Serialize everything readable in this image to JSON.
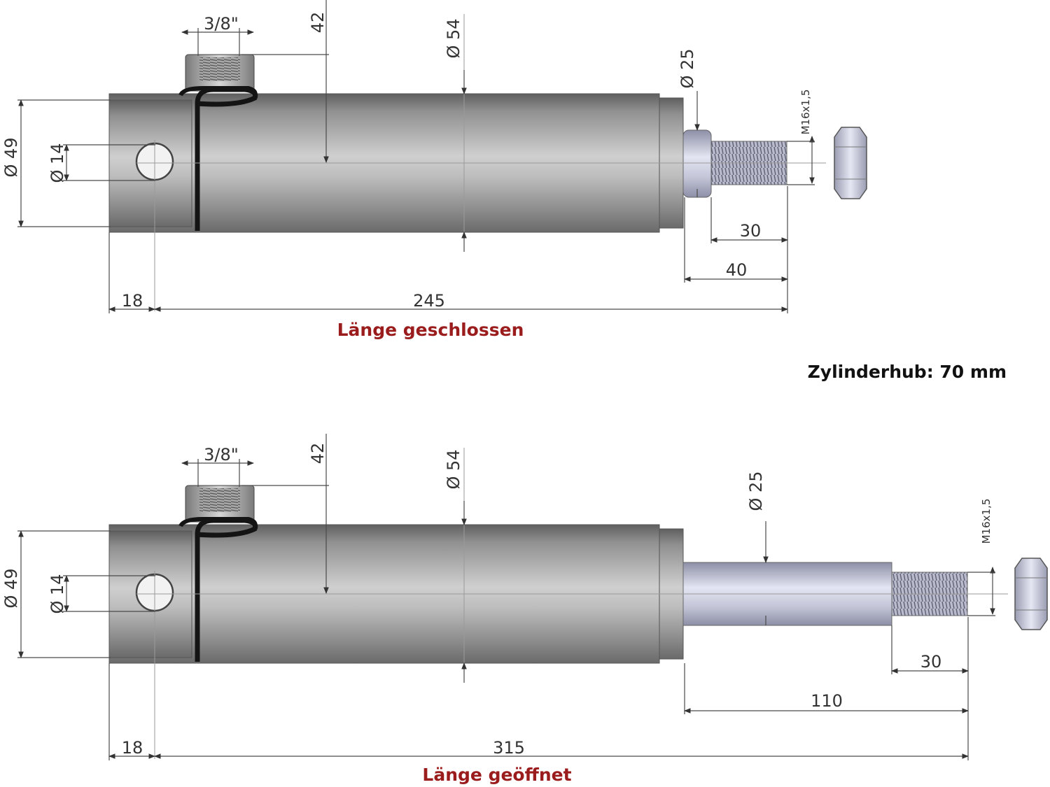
{
  "colors": {
    "caption": "#9b1c1c",
    "body_dark": "#6a6a6a",
    "body_light": "#c9c9c9",
    "rod_light": "#dfe0ee",
    "rod_dark": "#8c8fa6",
    "hose": "#141414"
  },
  "icons": [
    "cylinder-body",
    "piston-rod",
    "thread",
    "hex-nut",
    "hose-fitting"
  ],
  "stroke_label": "Zylinderhub: 70 mm",
  "closed": {
    "caption": "Länge geschlossen",
    "dims": {
      "port": "3/8\"",
      "port_height": "42",
      "body_dia": "Ø 54",
      "rod_dia": "Ø 25",
      "thread": "M16x1,5",
      "outer_dia": "Ø 49",
      "eye_dia": "Ø 14",
      "eye_offset": "18",
      "length": "245",
      "thread_len": "30",
      "rod_len": "40"
    }
  },
  "open": {
    "caption": "Länge geöffnet",
    "dims": {
      "port": "3/8\"",
      "port_height": "42",
      "body_dia": "Ø 54",
      "rod_dia": "Ø 25",
      "thread": "M16x1,5",
      "outer_dia": "Ø 49",
      "eye_dia": "Ø 14",
      "eye_offset": "18",
      "length": "315",
      "thread_len": "30",
      "rod_len": "110"
    }
  }
}
